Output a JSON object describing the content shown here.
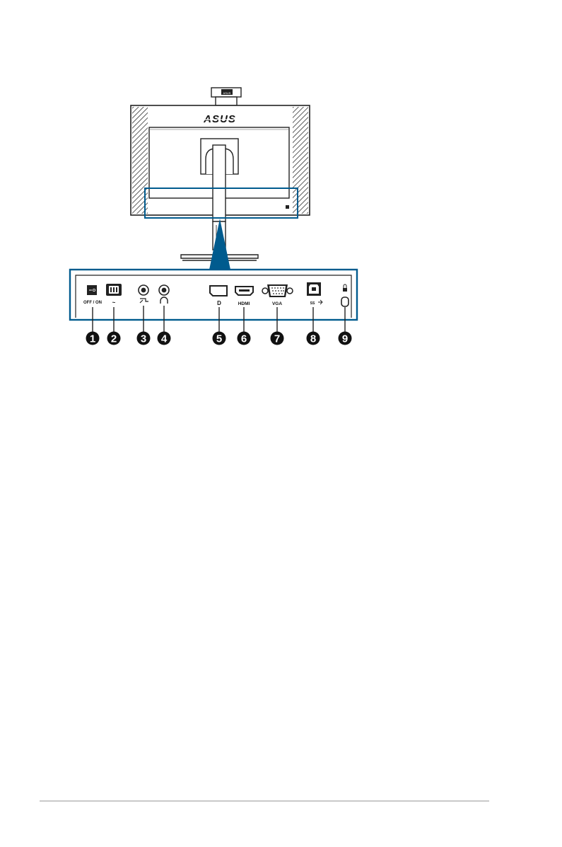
{
  "monitor": {
    "brand": "ASUS",
    "webcam_label": "ASUS"
  },
  "io_panel": {
    "ports": [
      {
        "num": "1",
        "label": "OFF / ON"
      },
      {
        "num": "2",
        "label": "~"
      },
      {
        "num": "3",
        "label": ""
      },
      {
        "num": "4",
        "label": ""
      },
      {
        "num": "5",
        "label": "D"
      },
      {
        "num": "6",
        "label": "HDMI"
      },
      {
        "num": "7",
        "label": "VGA"
      },
      {
        "num": "8",
        "label": "SS"
      },
      {
        "num": "9",
        "label": ""
      }
    ]
  },
  "colors": {
    "accent": "#005b8e",
    "callout": "#111111",
    "line": "#222222",
    "rule": "#c9c9c9"
  }
}
